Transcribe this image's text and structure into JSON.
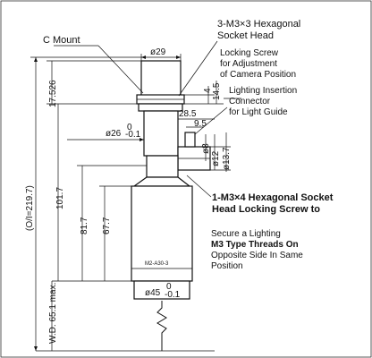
{
  "labels": {
    "c_mount": "C Mount",
    "hex_head_1": "3-M3×3 Hexagonal",
    "hex_head_2": "Socket Head",
    "lock_1": "Locking Screw",
    "lock_2": "for Adjustment",
    "lock_3": "of Camera Position",
    "light_1": "Lighting Insertion",
    "light_2": "Connector",
    "light_3": "for Light Guide",
    "m3x4_1": "1-M3×4 Hexagonal Socket",
    "m3x4_2": "Head Locking Screw to",
    "secure_1": "Secure a Lighting",
    "secure_2": "M3 Type Threads On",
    "secure_3": "Opposite Side In Same",
    "secure_4": "Position",
    "engraving": "M2-A30-3"
  },
  "dimensions": {
    "d29": "ø29",
    "d26": "ø26",
    "d26_tol_up": "0",
    "d26_tol_dn": "-0.1",
    "d45": "ø45",
    "d45_tol_up": "0",
    "d45_tol_dn": "-0.1",
    "d8": "ø8",
    "d12": "ø12",
    "d13_7": "ø13.7",
    "v4": "4",
    "v14_5": "14.5",
    "v28_5": "28.5",
    "v9_5": "9.5",
    "v17_526": "17.526",
    "v101_7": "101.7",
    "v81_7": "81.7",
    "v67_7": "67.7",
    "ol": "(O/I=219.7)",
    "wd": "W.D. 65.1 max."
  }
}
